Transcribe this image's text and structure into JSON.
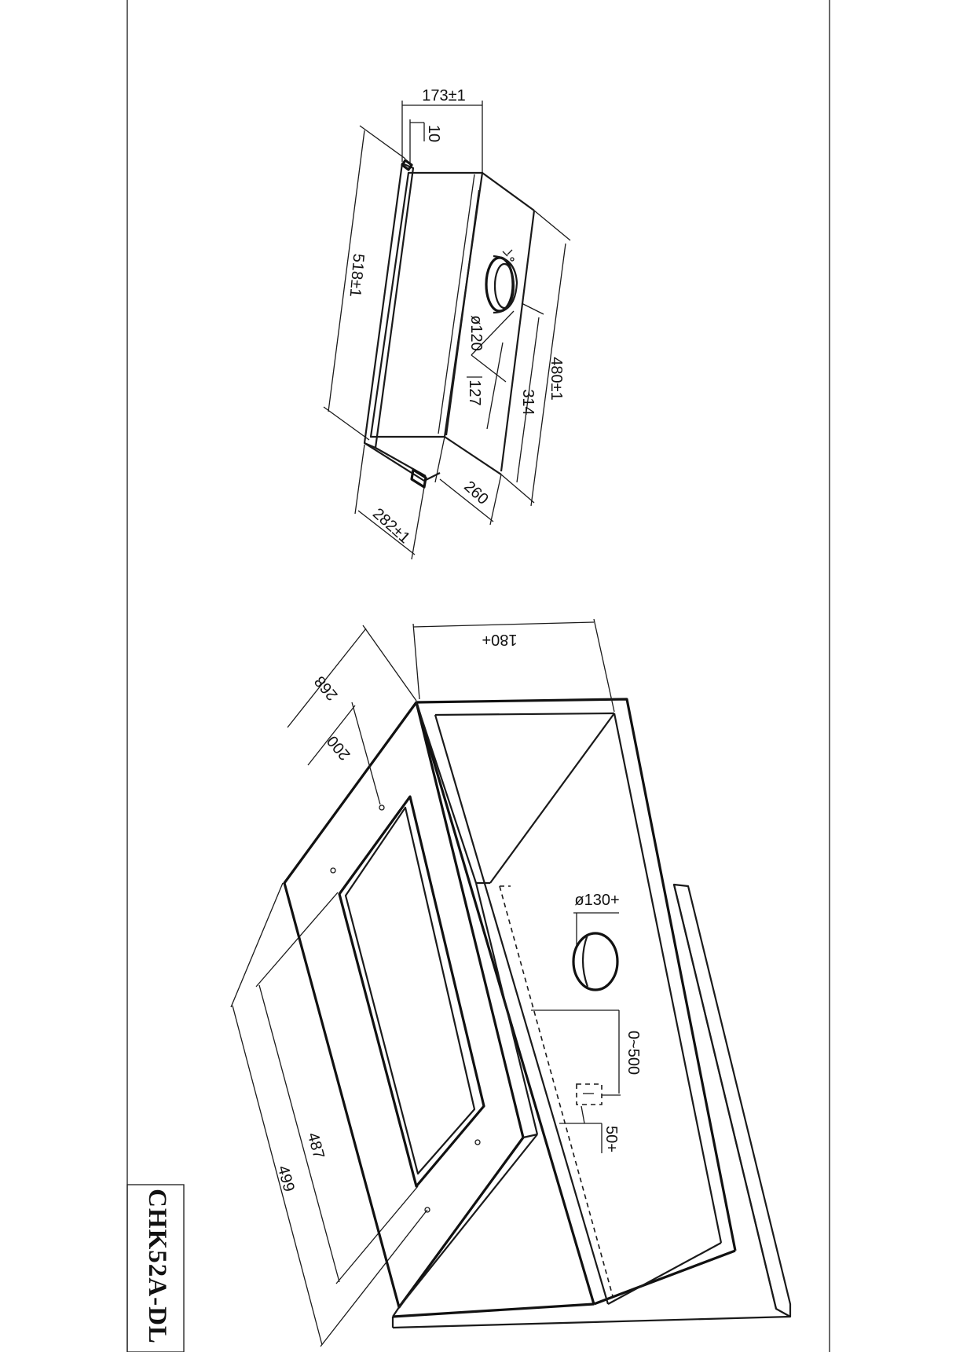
{
  "title_block": {
    "model": "CHK52A-DL"
  },
  "unit_view": {
    "dimensions": {
      "depth": "173±1",
      "flange": "10",
      "length": "518±1",
      "overall_height": "480±1",
      "lower_height": "314",
      "duct_offset": "127",
      "duct_diameter": "ø120",
      "body_width": "260",
      "front_width": "282±1"
    }
  },
  "installation_view": {
    "dimensions": {
      "clearance_top": "180+",
      "side_268": "268",
      "side_200": "200",
      "duct_cutout": "ø130+",
      "range_0_500": "0~500",
      "min_50": "50+",
      "width_487": "487",
      "width_499": "499"
    }
  }
}
